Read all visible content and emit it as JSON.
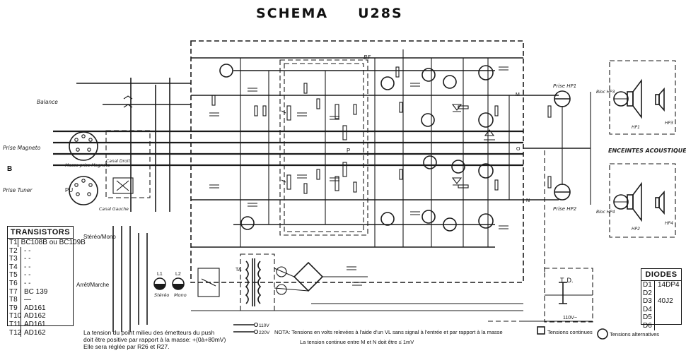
{
  "title": {
    "word1": "SCHEMA",
    "word2": "U28S"
  },
  "labels": {
    "balance": "Balance",
    "prise_magneto": "Prise Magneto",
    "b": "B",
    "prise_tuner": "Prise Tuner",
    "masse_magneto": "Masse prise Magneto",
    "pu": "PU",
    "canal_droit": "Canal Droit",
    "canal_gauche": "Canal Gauche",
    "stereo_mono": "Stéréo/Mono",
    "arret_marche": "Arrêt/Marche",
    "stereo_lamp": "Stéréo",
    "mono_lamp": "Mono",
    "bf": "BF",
    "p": "P",
    "prise_hp1": "Prise HP1",
    "prise_hp2": "Prise HP2",
    "enceintes": "ENCEINTES ACOUSTIQUES:",
    "bloc_hp3": "Bloc HP3",
    "bloc_hp4": "Bloc HP4",
    "hp1": "HP1",
    "hp2": "HP2",
    "hp3": "HP3",
    "hp4": "HP4",
    "td": "T. D.",
    "mains_110": "110V",
    "mains_220": "220V",
    "v110v": "110V~",
    "m": "M",
    "o": "O",
    "n": "N",
    "ta": "TA",
    "l1": "L1",
    "l2": "L2"
  },
  "transistors": {
    "title": "TRANSISTORS",
    "rows": [
      {
        "id": "T1",
        "value": "BC108B ou BC109B"
      },
      {
        "id": "T2",
        "value": "-     -"
      },
      {
        "id": "T3",
        "value": "-     -"
      },
      {
        "id": "T4",
        "value": "-     -"
      },
      {
        "id": "T5",
        "value": "-     -"
      },
      {
        "id": "T6",
        "value": "-     -"
      },
      {
        "id": "T7",
        "value": "BC 139"
      },
      {
        "id": "T8",
        "value": "—"
      },
      {
        "id": "T9",
        "value": "AD161"
      },
      {
        "id": "T10",
        "value": "AD162"
      },
      {
        "id": "T11",
        "value": "AD161"
      },
      {
        "id": "T12",
        "value": "AD162"
      }
    ]
  },
  "diodes": {
    "title": "DIODES",
    "rows": [
      {
        "id": "D1",
        "value": "14DP4"
      },
      {
        "id": "D2",
        "value": ""
      },
      {
        "id": "D3",
        "value": "40J2"
      },
      {
        "id": "D4",
        "value": ""
      },
      {
        "id": "D5",
        "value": ""
      },
      {
        "id": "D6",
        "value": ""
      }
    ]
  },
  "footnotes": {
    "left1": "La tension du point milieu des émetteurs du push",
    "left2": "doit être positive par rapport à la masse: +(0à+80mV)",
    "left3": "Elle sera réglée par R26 et R27.",
    "nota": "NOTA: Tensions en volts relevées à l'aide d'un VL sans signal à l'entrée et par rapport à la masse",
    "tensions_continues": "Tensions continues",
    "tension_mn": "La tension  continue  entre M et N doit être ≤ 1mV",
    "tensions_alternatives": "Tensions alternatives"
  },
  "colors": {
    "ink": "#1a1a1a",
    "paper": "#ffffff"
  }
}
